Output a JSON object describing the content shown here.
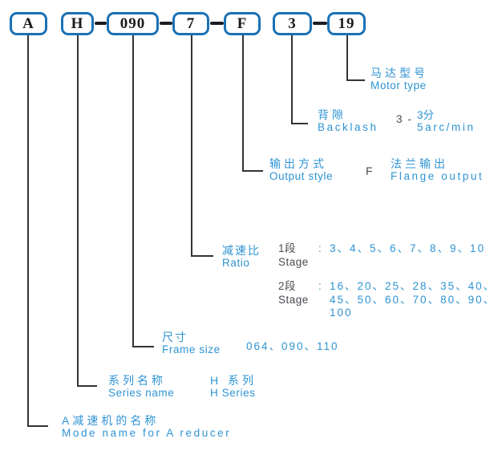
{
  "code": {
    "boxes": [
      {
        "label": "A"
      },
      {
        "label": "H"
      },
      {
        "label": "090"
      },
      {
        "label": "7"
      },
      {
        "label": "F"
      },
      {
        "label": "3"
      },
      {
        "label": "19"
      }
    ],
    "separator_glyph": "-"
  },
  "legend": {
    "motor": {
      "zh": "马达型号",
      "en": "Motor type"
    },
    "backlash": {
      "zh": "背隙",
      "en": "Backlash",
      "value_prefix": "3",
      "value_dash": "-",
      "value_numerator": "3分",
      "value_denominator": "5arc/min"
    },
    "output": {
      "zh": "输出方式",
      "en": "Output style",
      "code": "F",
      "value_zh": "法兰输出",
      "value_en": "Flange output"
    },
    "ratio": {
      "zh": "减速比",
      "en": "Ratio",
      "stages": [
        {
          "label": "1段\nStage",
          "colon": ":",
          "values": "3、4、5、6、7、8、9、10"
        },
        {
          "label": "2段\nStage",
          "colon": ":",
          "values": "16、20、25、28、35、40、\n45、50、60、70、80、90、\n100"
        }
      ]
    },
    "frame": {
      "zh": "尺寸",
      "en": "Frame size",
      "values": "064、090、110"
    },
    "series": {
      "zh": "系列名称",
      "en": "Series name",
      "value_zh": "H 系列",
      "value_en": "H Series"
    },
    "model": {
      "zh": "A减速机的名称",
      "en": "Mode name for A reducer"
    }
  },
  "colors": {
    "box_border": "#1a71b6",
    "blue_text": "#2e93d3",
    "dark_text": "#4a4a52",
    "connector": "#333338",
    "box_text": "#1a1a1f"
  }
}
